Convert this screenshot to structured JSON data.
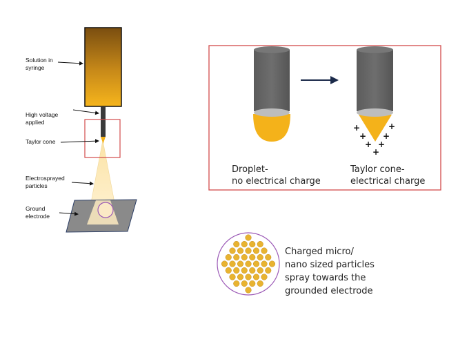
{
  "left_labels": {
    "solution": [
      "Solution in",
      "syringe"
    ],
    "voltage": [
      "High voltage",
      "applied"
    ],
    "taylor_cone": [
      "Taylor cone"
    ],
    "sprayed": [
      "Electrosprayed",
      "particles"
    ],
    "ground": [
      "Ground",
      "electrode"
    ]
  },
  "inset": {
    "droplet_caption": [
      "Droplet-",
      "no electrical charge"
    ],
    "cone_caption": [
      "Taylor cone-",
      "electrical charge"
    ],
    "charge_symbol": "+"
  },
  "particles": {
    "caption": [
      "Charged micro/",
      "nano sized particles",
      "spray towards the",
      "grounded electrode"
    ]
  },
  "colors": {
    "syringe_top": "#7a4e10",
    "syringe_bottom": "#f6b51c",
    "drop": "#f4b21a",
    "needle": "#555555",
    "inset_border": "#d24a4a",
    "arrow": "#1b2a4a",
    "particle": "#e8b330",
    "particle_border": "#9b59b6",
    "electrode": "#8a8a8a"
  }
}
